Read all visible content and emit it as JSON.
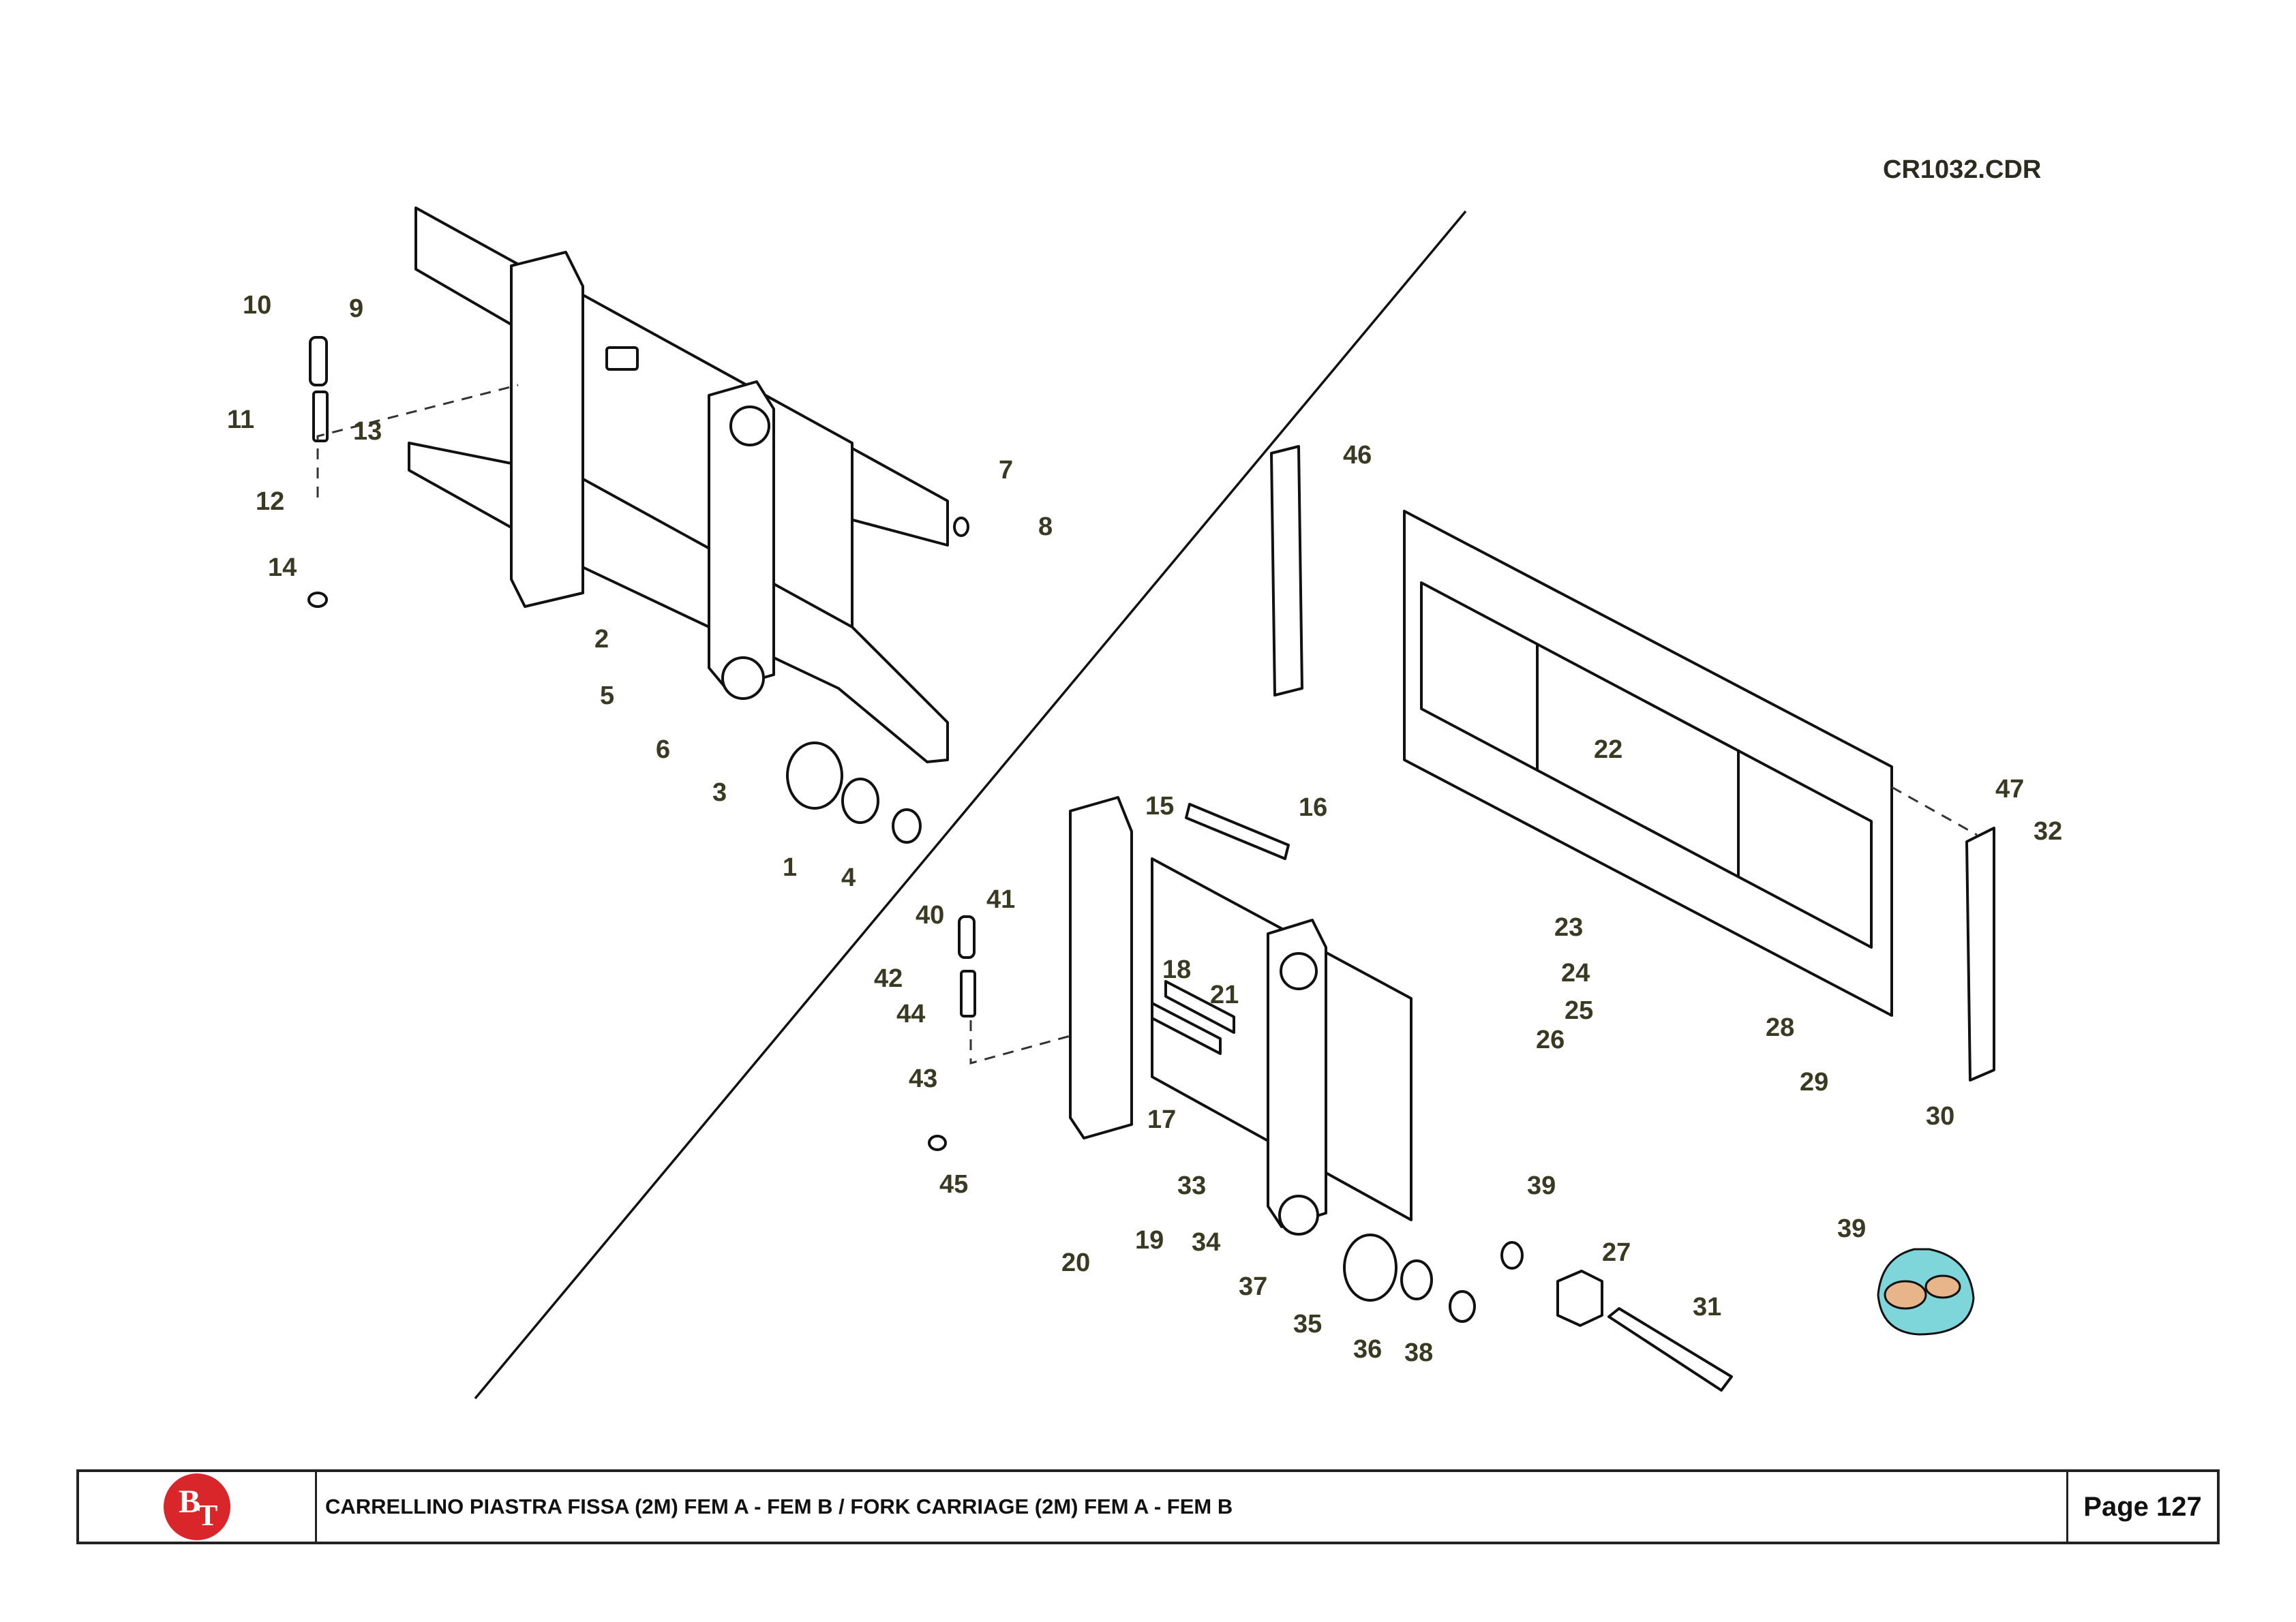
{
  "header": {
    "file_code": "CR1032.CDR"
  },
  "footer": {
    "logo_text_b": "B",
    "logo_text_t": "T",
    "title": "CARRELLINO PIASTRA FISSA (2M) FEM A - FEM B / FORK CARRIAGE (2M) FEM A - FEM B",
    "page_label": "Page 127"
  },
  "colors": {
    "leader": "#e0405a",
    "logo": "#d9262b",
    "bag": "#7fd6da",
    "seal": "#e8b48a"
  },
  "callouts": {
    "c1": "1",
    "c2": "2",
    "c3": "3",
    "c4": "4",
    "c5": "5",
    "c6": "6",
    "c7": "7",
    "c8": "8",
    "c9": "9",
    "c10": "10",
    "c11": "11",
    "c12": "12",
    "c13": "13",
    "c14": "14",
    "c15": "15",
    "c16": "16",
    "c17": "17",
    "c18": "18",
    "c19": "19",
    "c20": "20",
    "c21": "21",
    "c22": "22",
    "c23": "23",
    "c24": "24",
    "c25": "25",
    "c26": "26",
    "c27": "27",
    "c28": "28",
    "c29": "29",
    "c30": "30",
    "c31": "31",
    "c32": "32",
    "c33": "33",
    "c34": "34",
    "c35": "35",
    "c36": "36",
    "c37": "37",
    "c38": "38",
    "c39a": "39",
    "c39b": "39",
    "c40": "40",
    "c41": "41",
    "c42": "42",
    "c43": "43",
    "c44": "44",
    "c45": "45",
    "c46": "46",
    "c47": "47"
  }
}
